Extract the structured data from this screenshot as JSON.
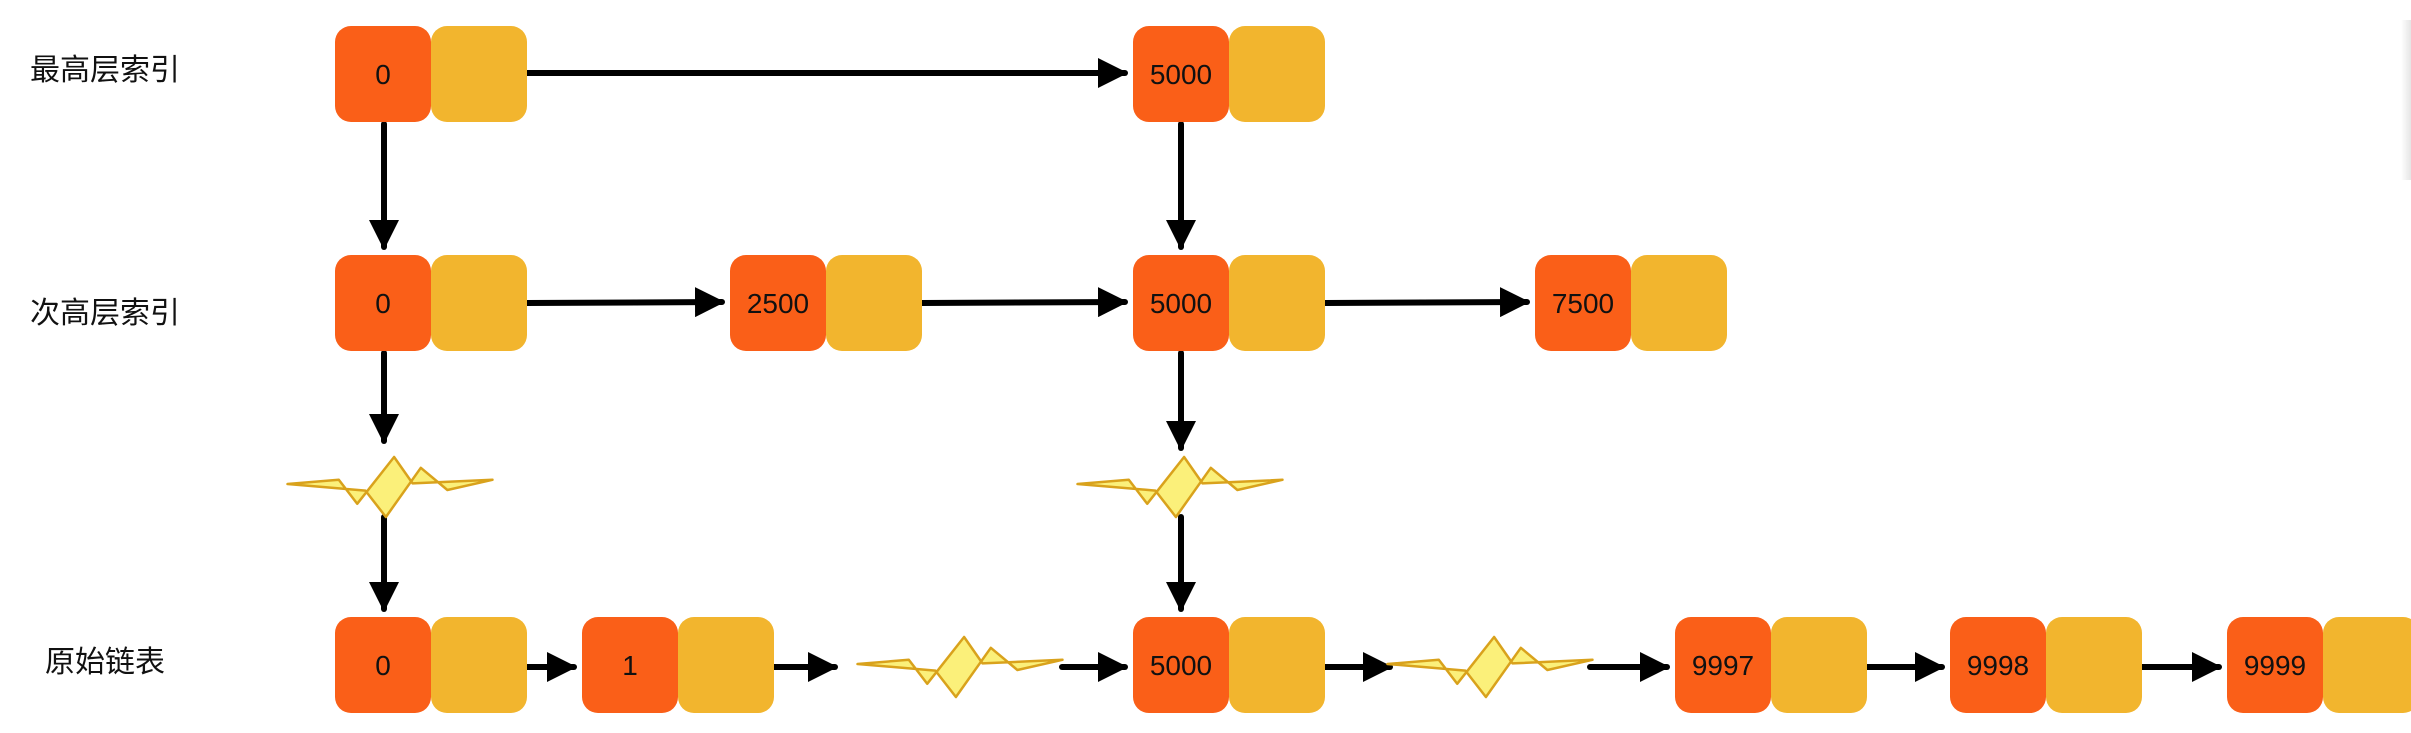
{
  "labels": {
    "top_index": "最高层索引",
    "second_index": "次高层索引",
    "original_list": "原始链表"
  },
  "colors": {
    "value_box": "#fa5f18",
    "pointer_box": "#f2b52e",
    "arrow": "#000000",
    "lightning_fill": "#fbf07a",
    "lightning_stroke": "#d9a21c"
  },
  "rows": {
    "top_index": {
      "nodes": [
        "0",
        "5000"
      ]
    },
    "second_index": {
      "nodes": [
        "0",
        "2500",
        "5000",
        "7500"
      ]
    },
    "original_list": {
      "nodes": [
        "0",
        "1",
        "5000",
        "9997",
        "9998",
        "9999"
      ]
    }
  },
  "icons": {
    "omitted_link": "lightning-bolt-icon"
  }
}
